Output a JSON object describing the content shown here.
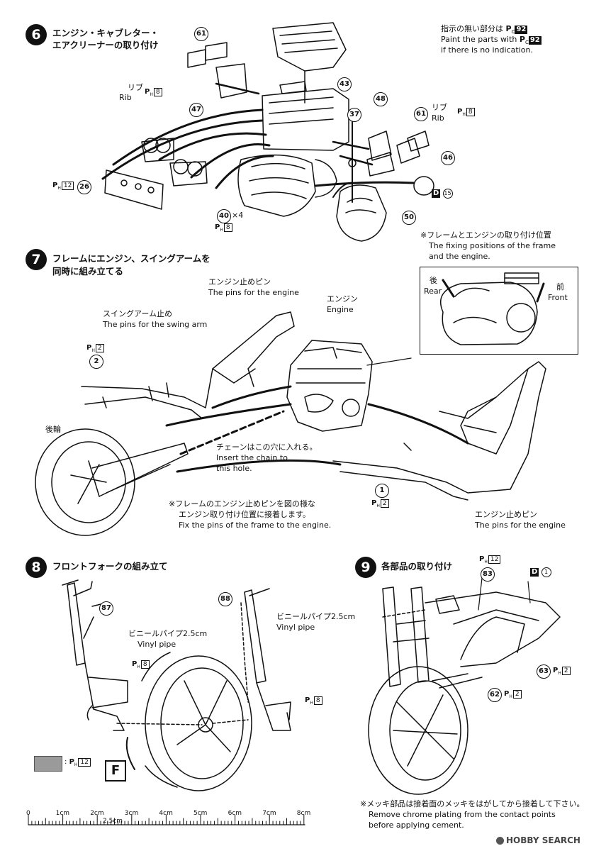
{
  "step6": {
    "number": "6",
    "title_line1": "エンジン・キャブレター・",
    "title_line2": "エアクリーナーの取り付け"
  },
  "paint_note": {
    "line1": "指示の無い部分は",
    "line1_code": "92",
    "line2": "Paint the parts with",
    "line2_code": "92",
    "line3": "if there is no indication."
  },
  "rib_left": {
    "jp": "リブ",
    "en": "Rib",
    "paint": "8"
  },
  "rib_right": {
    "jp": "リブ",
    "en": "Rib",
    "paint": "8"
  },
  "parts6": {
    "p61a": "61",
    "p43": "43",
    "p47": "47",
    "p48": "48",
    "p37": "37",
    "p61b": "61",
    "p46": "46",
    "p26": "26",
    "p26_paint": "12",
    "p40": "40",
    "p40_qty": "×4",
    "p40_paint": "8",
    "p50": "50",
    "d_label": "D",
    "d_num": "15"
  },
  "fixing_note": {
    "jp": "※フレームとエンジンの取り付け位置",
    "en1": "The fixing positions of the frame",
    "en2": "and the engine."
  },
  "step7": {
    "number": "7",
    "title_line1": "フレームにエンジン、スイングアームを",
    "title_line2": "同時に組み立てる"
  },
  "inset": {
    "rear_jp": "後",
    "rear_en": "Rear",
    "front_jp": "前",
    "front_en": "Front"
  },
  "labels7": {
    "pins_engine_jp": "エンジン止めピン",
    "pins_engine_en": "The pins for the engine",
    "engine_jp": "エンジン",
    "engine_en": "Engine",
    "swing_jp": "スイングアーム止め",
    "swing_en": "The pins for the swing arm",
    "p2_paint": "2",
    "p2": "2",
    "rear_wheel": "後輪",
    "chain_jp": "チェーンはこの穴に入れる。",
    "chain_en1": "Insert the chain to",
    "chain_en2": "this hole.",
    "p1": "1",
    "p1_paint": "2",
    "fix_jp1": "※フレームのエンジン止めピンを図の様な",
    "fix_jp2": "エンジン取り付け位置に接着します。",
    "fix_en": "Fix the pins of the frame to the engine.",
    "pins2_jp": "エンジン止めピン",
    "pins2_en": "The pins for the engine"
  },
  "step8": {
    "number": "8",
    "title": "フロントフォークの組み立て"
  },
  "labels8": {
    "p87": "87",
    "p88": "88",
    "vinyl1_jp": "ビニールパイプ2.5cm",
    "vinyl1_en": "Vinyl pipe",
    "vinyl2_jp": "ビニールパイプ2.5cm",
    "vinyl2_en": "Vinyl pipe",
    "paint_a": "8",
    "paint_b": "8",
    "legend_paint": "12",
    "f_label": "F"
  },
  "step9": {
    "number": "9",
    "title": "各部品の取り付け"
  },
  "labels9": {
    "top_paint": "12",
    "p83": "83",
    "d_label": "D",
    "d_num": "1",
    "p63": "63",
    "p63_paint": "2",
    "p62": "62",
    "p62_paint": "2"
  },
  "chrome_note": {
    "jp": "※メッキ部品は接着面のメッキをはがしてから接着して下さい。",
    "en1": "Remove chrome plating from the contact points",
    "en2": "before applying cement."
  },
  "ruler": {
    "ticks": [
      "0",
      "1cm",
      "2cm",
      "3cm",
      "4cm",
      "5cm",
      "6cm",
      "7cm",
      "8cm"
    ],
    "sub_label": "2.5cm"
  },
  "watermark": "HOBBY SEARCH",
  "paint_prefix": "P"
}
